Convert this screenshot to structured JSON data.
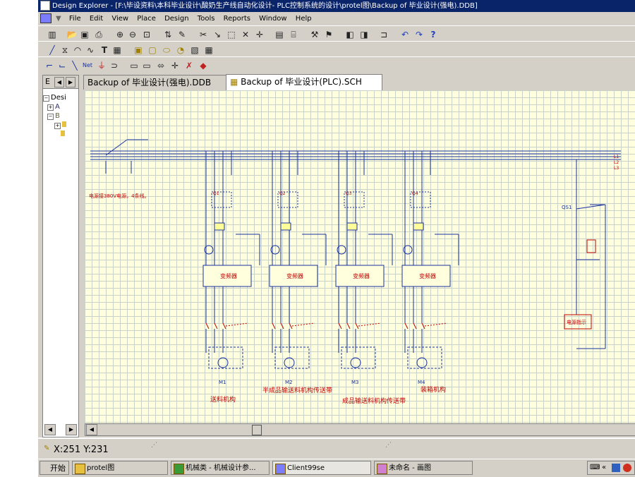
{
  "window": {
    "title": "Design Explorer - [F:\\毕设资料\\本科毕业设计\\酸奶生产线自动化设计- PLC控制系统的设计\\protel图\\Backup of 毕业设计(强电).DDB]"
  },
  "menu": {
    "items": [
      "File",
      "Edit",
      "View",
      "Place",
      "Design",
      "Tools",
      "Reports",
      "Window",
      "Help"
    ]
  },
  "explorer": {
    "header": "E",
    "root": "Desi",
    "nodes": [
      "A",
      "B"
    ]
  },
  "tabs": [
    {
      "label": "Backup of 毕业设计(强电).DDB",
      "active": false
    },
    {
      "label": "Backup of 毕业设计(PLC).SCH",
      "active": true
    }
  ],
  "schematic": {
    "note": "电源接380V电源，4条线。",
    "unit_label": "变频器",
    "motor_labels": [
      "M1",
      "M2",
      "M3",
      "M4"
    ],
    "captions": [
      "送料机构",
      "半成品输送料机构传送带",
      "成品输送料机构传送带",
      "装箱机构"
    ],
    "breaker_labels": [
      "Q1",
      "Q2",
      "Q3",
      "Q4"
    ],
    "power_box_label": "电源指示",
    "qs_label": "QS1"
  },
  "status": {
    "coordinates": "X:251 Y:231"
  },
  "taskbar": {
    "start_label": "开始",
    "tasks": [
      "protel图",
      "机械类 - 机械设计参...",
      "Client99se",
      "未命名 - 画图"
    ]
  }
}
